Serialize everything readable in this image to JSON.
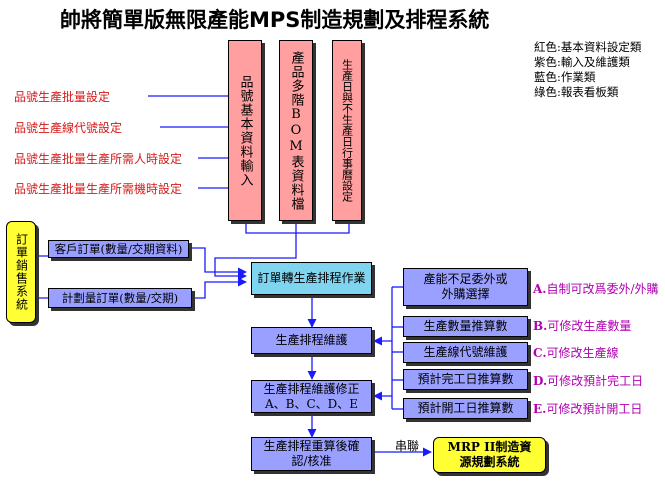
{
  "title": "帥將簡單版無限產能MPS制造規劃及排程系統",
  "legend": [
    "紅色:基本資料設定類",
    "紫色:輸入及維護類",
    "藍色:作業類",
    "綠色:報表看板類"
  ],
  "setup_items": [
    "品號生產批量設定",
    "品號生產線代號設定",
    "品號生產批量生產所需人時設定",
    "品號生產批量生產所需機時設定"
  ],
  "master_boxes": {
    "item_master": "品號基本資料輸入",
    "bom": "產品多階BOM表資料檔",
    "calendar": "生產日與不生產日行事曆設定"
  },
  "order_side": {
    "label": "訂單銷售系統",
    "customer_order": "客戶訂單(數量/交期資料)",
    "planned_order": "計劃量訂單(數量/交期)"
  },
  "process": {
    "convert": "訂單轉生產排程作業",
    "maintain": "生產排程維護",
    "modify": "生產排程維護修正A、B、C、D、E",
    "recalc": "生產排程重算後確認/核准"
  },
  "options": [
    {
      "box": "產能不足委外或外購選擇",
      "code": "A.",
      "text": "自制可改爲委外/外購"
    },
    {
      "box": "生產數量推算數",
      "code": "B.",
      "text": "可修改生產數量"
    },
    {
      "box": "生產線代號維護",
      "code": "C.",
      "text": "可修改生產線"
    },
    {
      "box": "預計完工日推算數",
      "code": "D.",
      "text": "可修改預計完工日"
    },
    {
      "box": "預計開工日推算數",
      "code": "E.",
      "text": "可修改預計開工日"
    }
  ],
  "serial_label": "串聯",
  "mrp": "MRP II制造資源規劃系統",
  "colors": {
    "red": "#ff9f9f",
    "purple": "#9aa0ff",
    "blue": "#2f6cff",
    "yellow": "#ffff33",
    "teal": "#7fd4f0",
    "label_red": "#d41a1a",
    "option_purple": "#b000b0"
  }
}
